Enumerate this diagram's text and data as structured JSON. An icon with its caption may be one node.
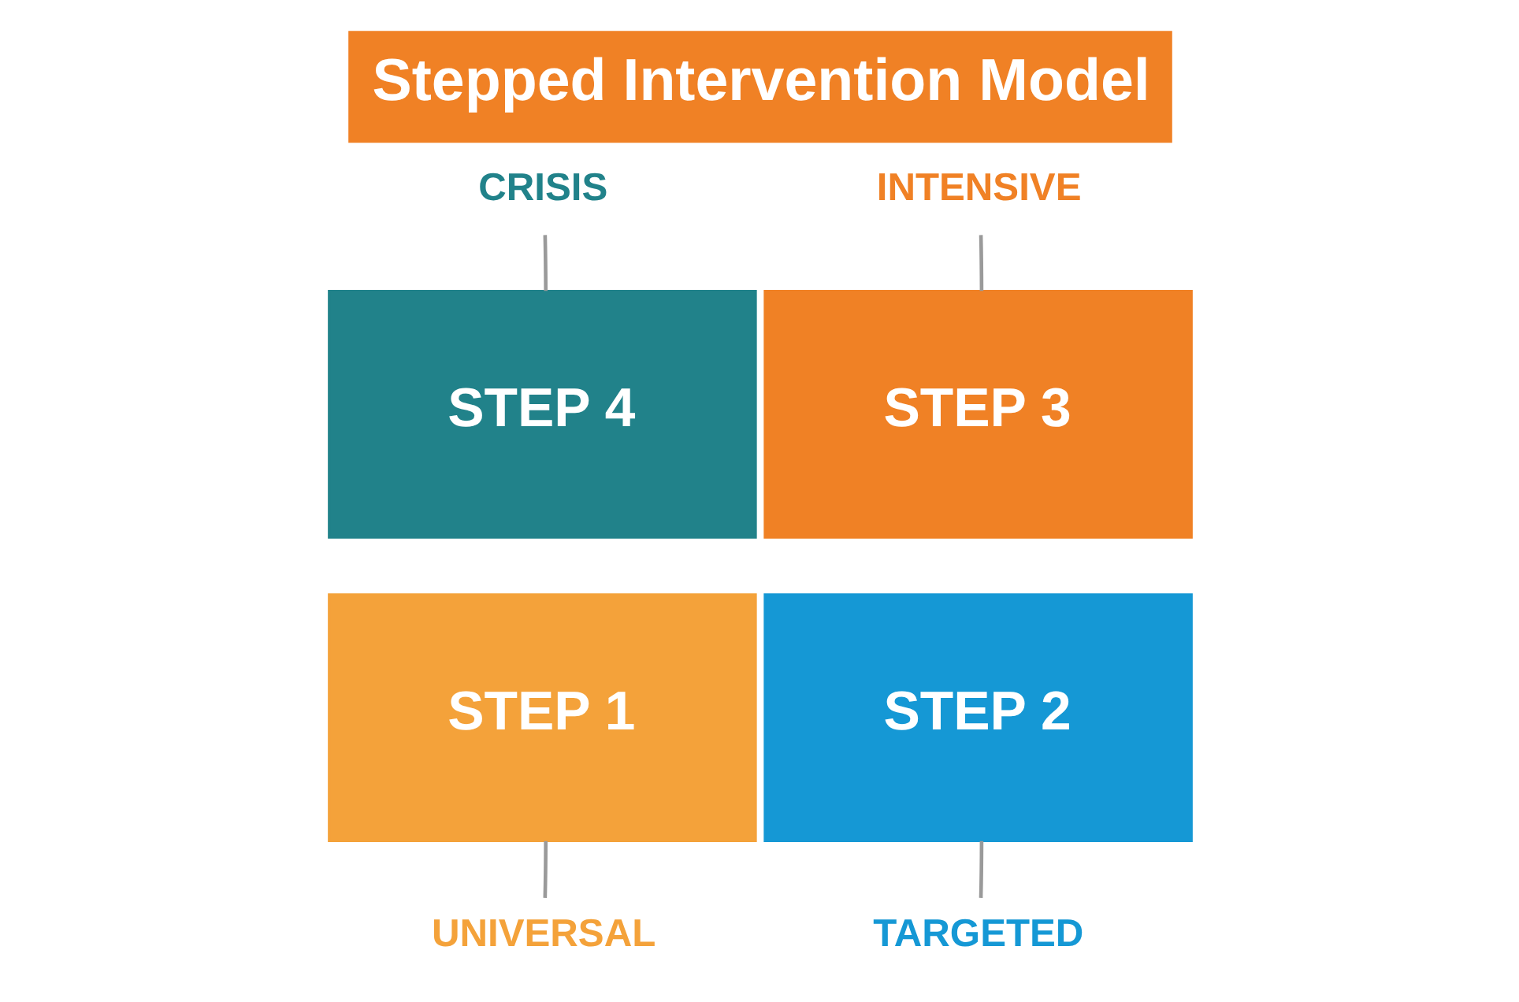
{
  "diagram": {
    "title": "Stepped Intervention Model",
    "nodes": [
      {
        "text": [
          "CRISIS"
        ]
      },
      {
        "text": [
          "INTENSIVE"
        ]
      },
      {
        "text": [
          "STEP 4"
        ]
      },
      {
        "text": [
          "STEP 3"
        ]
      },
      {
        "text": [
          "STEP 1"
        ]
      },
      {
        "text": [
          "STEP 2"
        ]
      },
      {
        "text": [
          "UNIVERSAL"
        ]
      },
      {
        "text": [
          "TARGETED"
        ]
      }
    ],
    "edges": [
      {
        "from": 0,
        "to": 2,
        "arrow": "none"
      },
      {
        "from": 1,
        "to": 3,
        "arrow": "none"
      },
      {
        "from": 6,
        "to": 4,
        "arrow": "none"
      },
      {
        "from": 7,
        "to": 5,
        "arrow": "none"
      }
    ]
  }
}
